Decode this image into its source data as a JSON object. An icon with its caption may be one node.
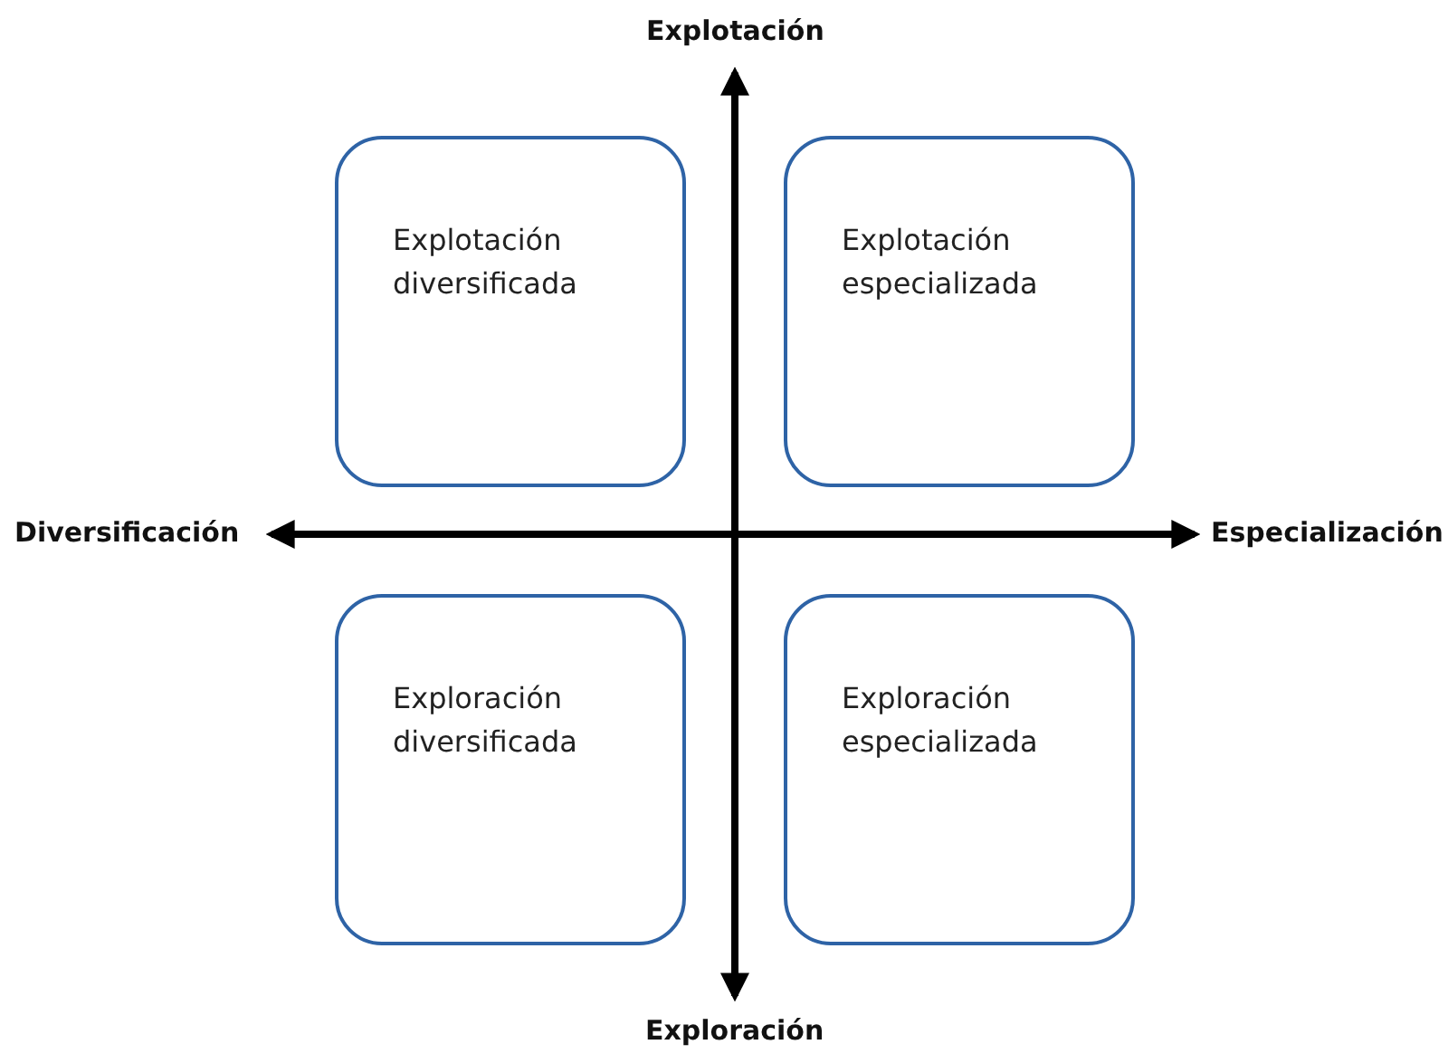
{
  "diagram": {
    "nodes": [
      {
        "text": [
          "Explotación diversificada"
        ]
      },
      {
        "text": [
          "Explotación especializada"
        ]
      },
      {
        "text": [
          "Exploración diversificada"
        ]
      },
      {
        "text": [
          "Exploración especializada"
        ]
      }
    ],
    "labels": [
      "Explotación",
      "Diversificación",
      "Especialización",
      "Exploración"
    ]
  }
}
